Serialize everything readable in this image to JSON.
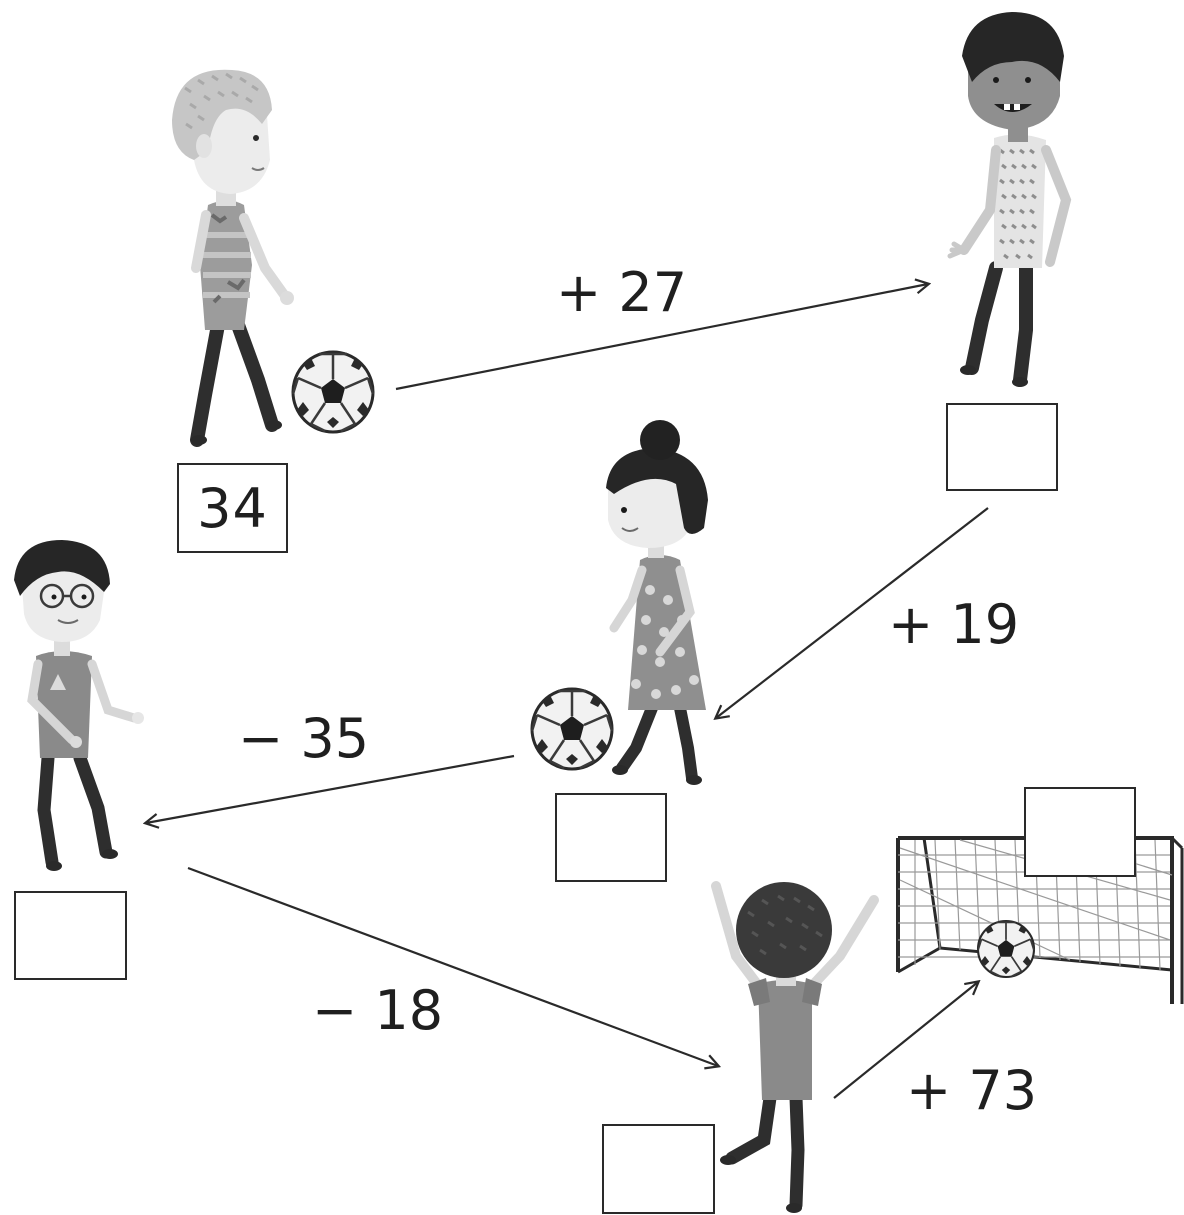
{
  "instruction": "",
  "start_value": "34",
  "passes": [
    {
      "id": "pass-1",
      "label": "+ 27"
    },
    {
      "id": "pass-2",
      "label": "+ 19"
    },
    {
      "id": "pass-3",
      "label": "− 35"
    },
    {
      "id": "pass-4",
      "label": "− 18"
    },
    {
      "id": "pass-5",
      "label": "+ 73"
    }
  ],
  "answer_boxes": {
    "box_1": "",
    "box_2": "",
    "box_3": "",
    "box_4": "",
    "box_5": "",
    "goal_box": ""
  },
  "colors": {
    "ink": "#1f1f1f",
    "skin": "#e8e8e8",
    "hair_dark": "#2a2a2a",
    "hair_light": "#c8c8c8",
    "shirt_mid": "#8c8c8c",
    "trousers": "#2e2e2e"
  },
  "icons": [
    "soccer-ball-icon",
    "goal-net-icon",
    "arrow-icon"
  ]
}
